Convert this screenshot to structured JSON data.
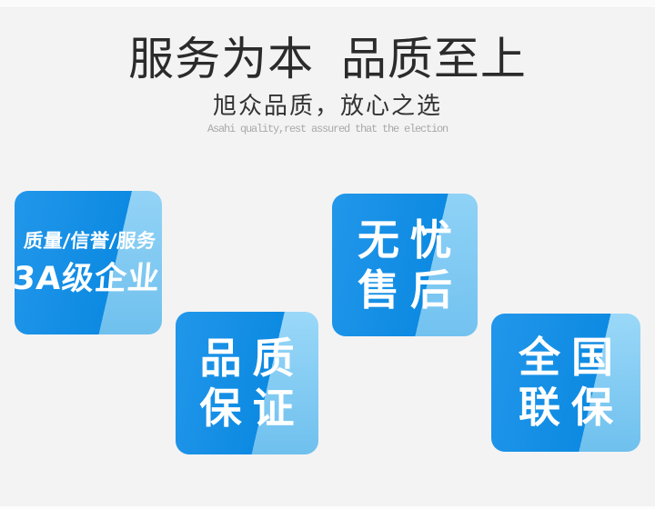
{
  "header": {
    "title": "服务为本  品质至上",
    "subtitle": "旭众品质，放心之选",
    "subtitle_en": "Asahi quality,rest assured that the election"
  },
  "badges": [
    {
      "id": "3a-enterprise",
      "line1": "质量/信誉/服务",
      "line2": "3A级企业"
    },
    {
      "id": "quality-guarantee",
      "line1": "品质",
      "line2": "保证"
    },
    {
      "id": "worry-free-after-sales",
      "line1": "无忧",
      "line2": "售后"
    },
    {
      "id": "nationwide-warranty",
      "line1": "全国",
      "line2": "联保"
    }
  ],
  "colors": {
    "page_background": "#f3f3f4",
    "badge_dark_blue_top": "#2297ea",
    "badge_dark_blue_bottom": "#0d8ae2",
    "badge_light_blue_top": "#9ad8f8",
    "badge_light_blue_bottom": "#6fc0ee",
    "title_text": "#2b2b2b",
    "subtitle_text": "#333333",
    "subtitle_en_text": "#a9a9a9",
    "badge_text": "#ffffff"
  }
}
